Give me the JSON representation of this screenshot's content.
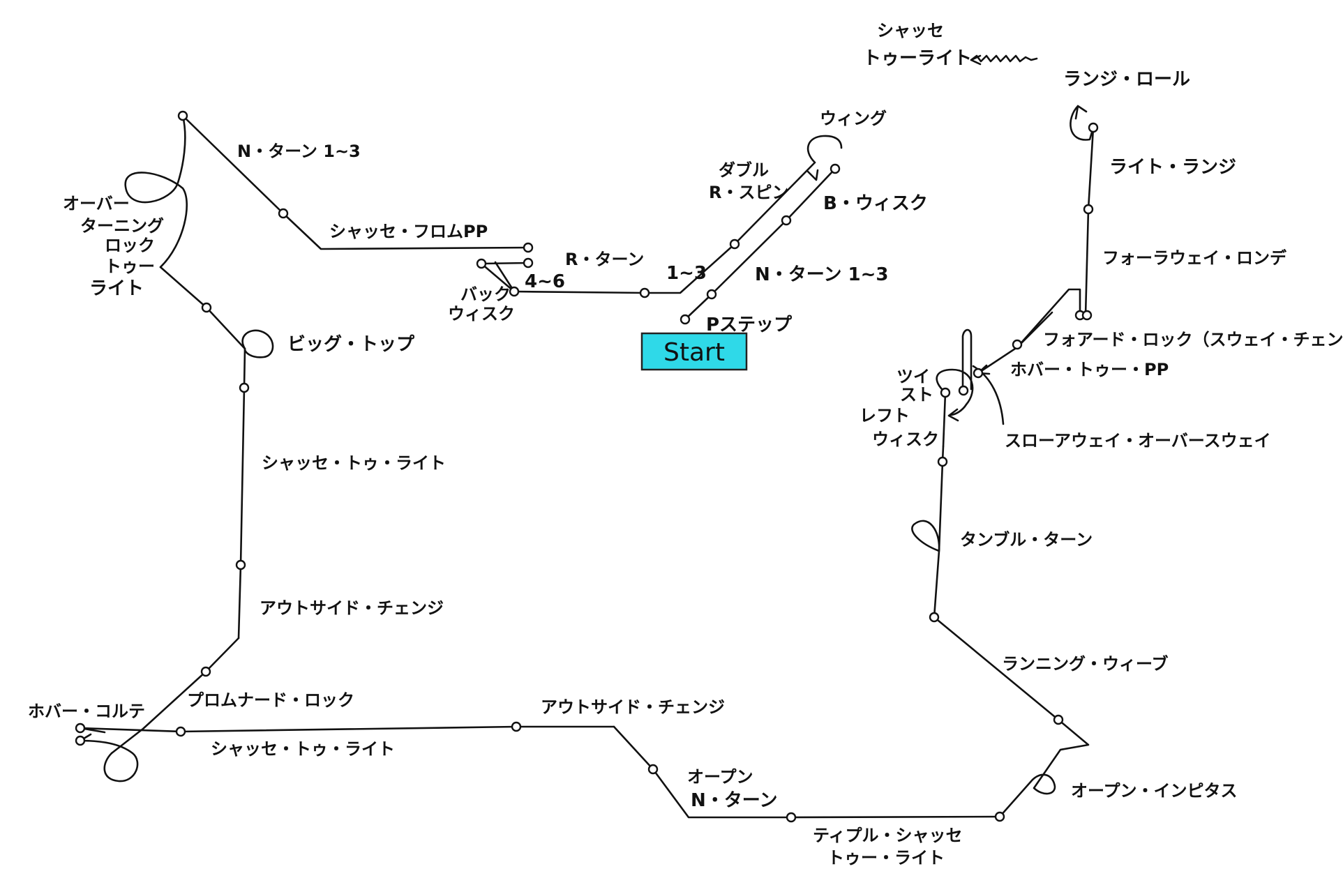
{
  "start": {
    "label": "Start"
  },
  "labels": {
    "chasse_to_right_top_a": "シャッセ",
    "chasse_to_right_top_b": "トゥーライト",
    "wing": "ウィング",
    "double_r_spin_a": "ダブル",
    "double_r_spin_b": "R・スピン",
    "b_whisk": "B・ウィスク",
    "n_turn_1_3_left": "N・ターン 1~3",
    "over_turning_lock_a": "オーバー",
    "over_turning_lock_b": "ターニング",
    "over_turning_lock_c": "ロック",
    "over_turning_lock_d": "トゥー",
    "over_turning_lock_e": "ライト",
    "chasse_from_pp": "シャッセ・フロムPP",
    "r_turn": "R・ターン",
    "r_turn_4_6": "4~6",
    "r_turn_1_3": "1~3",
    "back_whisk_a": "バック",
    "back_whisk_b": "ウィスク",
    "n_turn_1_3_right": "N・ターン 1~3",
    "p_step": "Pステップ",
    "big_top": "ビッグ・トップ",
    "chasse_to_right_mid": "シャッセ・トゥ・ライト",
    "outside_change_left": "アウトサイド・チェンジ",
    "promenade_lock": "プロムナード・ロック",
    "hover_corte": "ホバー・コルテ",
    "chasse_to_right_bottom": "シャッセ・トゥ・ライト",
    "outside_change_bottom": "アウトサイド・チェンジ",
    "open_n_turn_a": "オープン",
    "open_n_turn_b": "N・ターン",
    "tipple_chasse_a": "ティプル・シャッセ",
    "tipple_chasse_b": "トゥー・ライト",
    "open_impetus": "オープン・インピタス",
    "running_weave": "ランニング・ウィーブ",
    "tumble_turn": "タンブル・ターン",
    "left_whisk_a": "レフト",
    "left_whisk_b": "ウィスク",
    "twist_a": "ツイ",
    "twist_b": "スト",
    "slow_away_overway": "スローアウェイ・オーバースウェイ",
    "hover_to_pp": "ホバー・トゥー・PP",
    "forward_lock": "フォアード・ロック（スウェイ・チェンジ）",
    "foxtrot_ronde": "フォーラウェイ・ロンデ",
    "right_lunge": "ライト・ランジ",
    "lunge_roll": "ランジ・ロール"
  }
}
